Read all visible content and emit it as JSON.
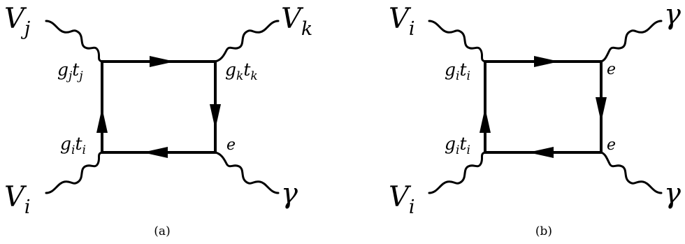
{
  "diagrams": [
    {
      "caption": "(a)",
      "particles": {
        "top_left": {
          "base": "V",
          "sub": "j"
        },
        "top_right": {
          "base": "V",
          "sub": "k"
        },
        "bottom_left": {
          "base": "V",
          "sub": "i"
        },
        "bottom_right": {
          "base": "γ",
          "sub": ""
        }
      },
      "couplings": {
        "top_left": {
          "g": "g",
          "gsub": "j",
          "t": "t",
          "tsub": "j"
        },
        "top_right": {
          "g": "g",
          "gsub": "k",
          "t": "t",
          "tsub": "k"
        },
        "bottom_left": {
          "g": "g",
          "gsub": "i",
          "t": "t",
          "tsub": "i"
        },
        "bottom_right": {
          "g": "e",
          "gsub": "",
          "t": "",
          "tsub": ""
        }
      }
    },
    {
      "caption": "(b)",
      "particles": {
        "top_left": {
          "base": "V",
          "sub": "i"
        },
        "top_right": {
          "base": "γ",
          "sub": ""
        },
        "bottom_left": {
          "base": "V",
          "sub": "i"
        },
        "bottom_right": {
          "base": "γ",
          "sub": ""
        }
      },
      "couplings": {
        "top_left": {
          "g": "g",
          "gsub": "i",
          "t": "t",
          "tsub": "i"
        },
        "top_right": {
          "g": "e",
          "gsub": "",
          "t": "",
          "tsub": ""
        },
        "bottom_left": {
          "g": "g",
          "gsub": "i",
          "t": "t",
          "tsub": "i"
        },
        "bottom_right": {
          "g": "e",
          "gsub": "",
          "t": "",
          "tsub": ""
        }
      }
    }
  ]
}
